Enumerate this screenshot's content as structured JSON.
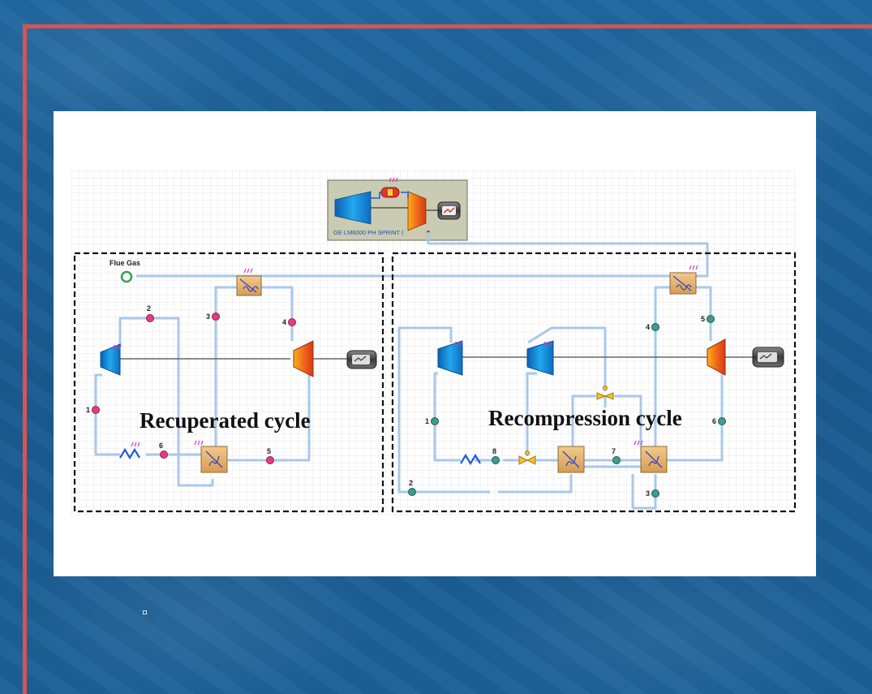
{
  "diagram": {
    "gas_turbine_label": "GE LM6000 PH SPRINT (",
    "flue_gas_label": "Flue Gas",
    "recuperated_title": "Recuperated cycle",
    "recompression_title": "Recompression cycle",
    "recuperated_state_points": [
      "1",
      "2",
      "3",
      "4",
      "5",
      "6"
    ],
    "recompression_state_points": [
      "1",
      "2",
      "3",
      "4",
      "5",
      "6",
      "7",
      "8"
    ],
    "colors": {
      "boundary_dash": "#111111",
      "pipe": "#a9c8ea",
      "compressor": "#1f8fd8",
      "turbine": "#ea5a1f",
      "pump_recuperated": "#e0407a",
      "node_recompression": "#3e9c8e",
      "accent_frame": "#d9534f",
      "background": "#1d5f95"
    }
  }
}
